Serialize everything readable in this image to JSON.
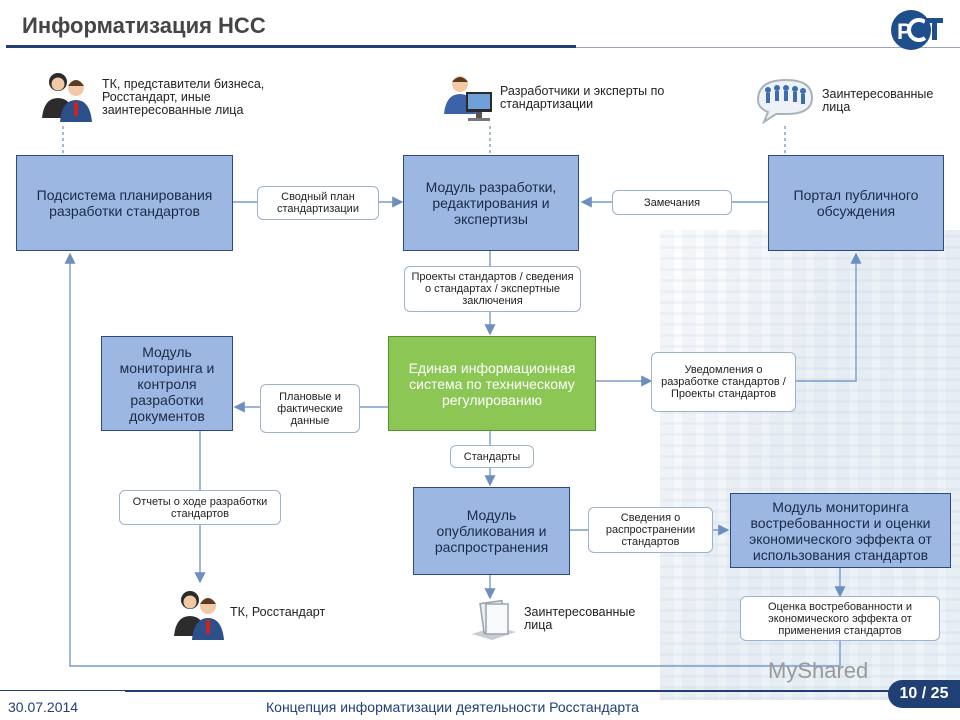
{
  "header": {
    "title": "Информатизация НСС"
  },
  "actors": {
    "top_left": "ТК, представители бизнеса, Росстандарт, иные заинтересованные лица",
    "top_center": "Разработчики и эксперты по стандартизации",
    "top_right": "Заинтересованные лица",
    "bottom_left": "ТК, Росстандарт",
    "bottom_center": "Заинтересованные лица"
  },
  "modules": {
    "planning": "Подсистема планирования разработки стандартов",
    "development": "Модуль разработки, редактирования и экспертизы",
    "portal": "Портал публичного обсуждения",
    "monitoring_docs": "Модуль мониторинга и контроля разработки документов",
    "eis": "Единая информационная система по техническому регулированию",
    "publishing": "Модуль опубликования и распространения",
    "monitoring_demand": "Модуль мониторинга востребованности и оценки экономического эффекта от использования стандартов"
  },
  "flows": {
    "plan": "Сводный план стандартизации",
    "remarks": "Замечания",
    "drafts": "Проекты стандартов / сведения о стандартах / экспертные заключения",
    "planned_actual": "Плановые и фактические данные",
    "notifications": "Уведомления о разработке стандартов / Проекты стандартов",
    "standards": "Стандарты",
    "reports": "Отчеты о ходе разработки стандартов",
    "distribution": "Сведения о распространении стандартов",
    "assessment": "Оценка востребованности и экономического эффекта от применения стандартов"
  },
  "footer": {
    "date": "30.07.2014",
    "title": "Концепция информатизации деятельности Росстандарта",
    "page": "10 / 25",
    "watermark": "MyShared"
  },
  "colors": {
    "module_blue": "#9db7e3",
    "eis_green": "#8cc755",
    "accent": "#1f3f75",
    "logo_blue": "#1f4e8c"
  }
}
